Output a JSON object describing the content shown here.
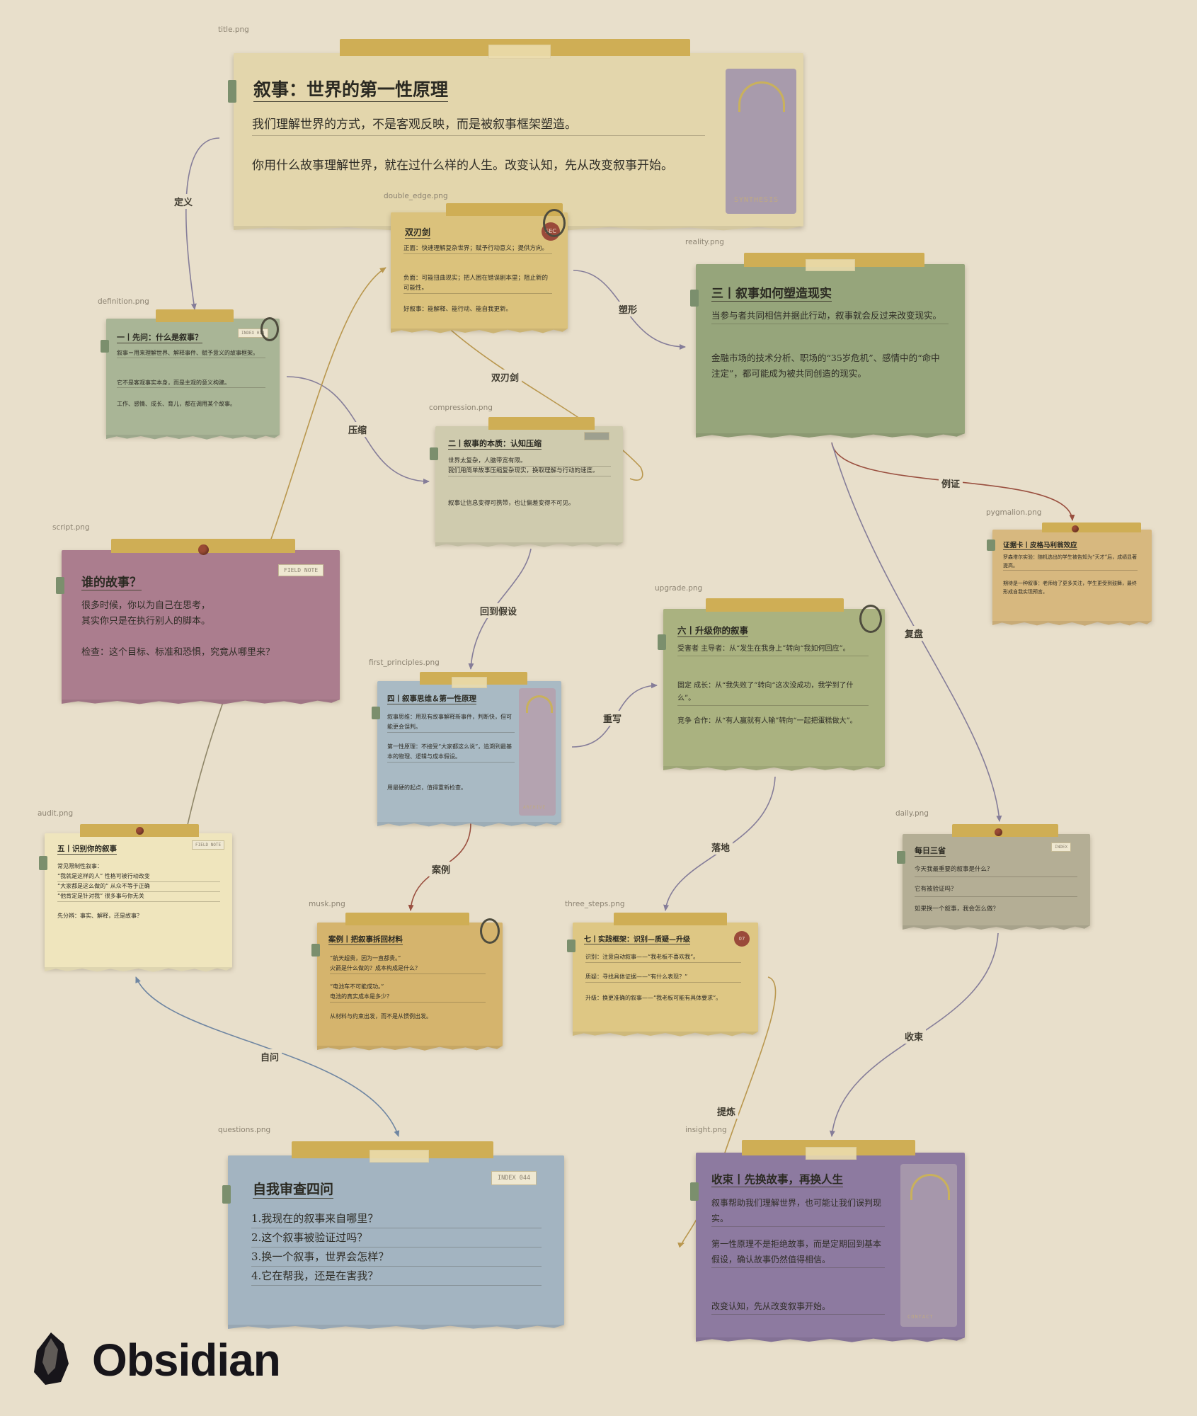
{
  "app": {
    "name": "Obsidian"
  },
  "colors": {
    "canvas_bg": "#e8dfcb",
    "edge_grey": "#857d99",
    "edge_gold": "#b9974e",
    "edge_red": "#9a5040"
  },
  "cards": {
    "title": {
      "file": "title.png",
      "heading": "叙事：世界的第一性原理",
      "p1": "我们理解世界的方式，不是客观反映，而是被叙事框架塑造。",
      "p2": "你用什么故事理解世界，就在过什么样的人生。改变认知，先从改变叙事开始。",
      "photo_label": "SYNTHESIS"
    },
    "double_edge": {
      "file": "double_edge.png",
      "heading": "双刃剑",
      "p1": "正面：快速理解复杂世界；赋予行动意义；提供方向。",
      "p2": "负面：可能扭曲现实；把人困在错误剧本里；阻止新的可能性。",
      "p3": "好叙事：能解释、能行动、能自我更新。",
      "stamp": "SEC"
    },
    "reality": {
      "file": "reality.png",
      "heading": "三丨叙事如何塑造现实",
      "p1": "当参与者共同相信并据此行动，叙事就会反过来改变现实。",
      "p2": "金融市场的技术分析、职场的“35岁危机”、感情中的“命中注定”，都可能成为被共同创造的现实。"
    },
    "definition": {
      "file": "definition.png",
      "heading": "一丨先问：什么是叙事？",
      "p1": "叙事＝用来理解世界、解释事件、赋予意义的故事框架。",
      "p2": "它不是客观事实本身，而是主观的意义构建。",
      "p3": "工作、感情、成长、育儿，都在调用某个故事。",
      "label": "INDEX 014"
    },
    "compression": {
      "file": "compression.png",
      "heading": "二丨叙事的本质：认知压缩",
      "p1": "世界太复杂，人脑带宽有限。",
      "p2": "我们用简单故事压缩复杂现实，换取理解与行动的速度。",
      "p3": "叙事让信息变得可携带，也让偏差变得不可见。"
    },
    "pygmalion": {
      "file": "pygmalion.png",
      "heading": "证据卡丨皮格马利翁效应",
      "p1": "罗森塔尔实验：随机选出的学生被告知为“天才”后，成绩显著提高。",
      "p2": "期待是一种叙事：老师给了更多关注，学生更受到鼓舞，最终形成自我实现预言。"
    },
    "script": {
      "file": "script.png",
      "heading": "谁的故事？",
      "p1": "很多时候，你以为自己在思考，",
      "p2": "其实你只是在执行别人的脚本。",
      "p3": "检查：这个目标、标准和恐惧，究竟从哪里来？",
      "label": "FIELD NOTE"
    },
    "upgrade": {
      "file": "upgrade.png",
      "heading": "六丨升级你的叙事",
      "p1": "受害者 主导者：从“发生在我身上”转向“我如何回应”。",
      "p2": "固定 成长：从“我失败了”转向“这次没成功，我学到了什么”。",
      "p3": "竞争 合作：从“有人赢就有人输”转向“一起把蛋糕做大”。"
    },
    "first_principles": {
      "file": "first_principles.png",
      "heading": "四丨叙事思维＆第一性原理",
      "p1": "叙事思维：用现有故事解释新事件，判断快，但可能更会误判。",
      "p2": "第一性原理：不接受“大家都这么说”，追溯到最基本的物理、逻辑与成本假设。",
      "p3": "用最硬的起点，值得重新检查。",
      "photo_label": "ARCHIVE"
    },
    "audit": {
      "file": "audit.png",
      "heading": "五丨识别你的叙事",
      "p0": "常见限制性叙事：",
      "items": [
        "“我就是这样的人” 性格可被行动改变",
        "“大家都是这么做的” 从众不等于正确",
        "“他肯定是针对我” 很多事与你无关"
      ],
      "p4": "先分辨：事实、解释，还是故事？",
      "label": "FIELD NOTE"
    },
    "daily": {
      "file": "daily.png",
      "heading": "每日三省",
      "items": [
        "今天我最重要的叙事是什么？",
        "它有被验证吗？",
        "如果换一个叙事，我会怎么做？"
      ],
      "label": "INDEX"
    },
    "musk": {
      "file": "musk.png",
      "heading": "案例丨把叙事拆回材料",
      "p1": "“航天超贵，因为一直都贵。”",
      "p2": "火箭是什么做的？成本构成是什么？",
      "p3": "“电池车不可能成功。”",
      "p4": "电池的真实成本是多少？",
      "p5": "从材料与约束出发，而不是从惯例出发。"
    },
    "three_steps": {
      "file": "three_steps.png",
      "heading": "七丨实践框架：识别—质疑—升级",
      "p1": "识别：注意自动叙事——“我老板不喜欢我”。",
      "p2": "质疑：寻找具体证据——“有什么表现？”",
      "p3": "升级：换更准确的叙事——“我老板可能有具体要求”。",
      "stamp": "07"
    },
    "questions": {
      "file": "questions.png",
      "heading": "自我审查四问",
      "items": [
        "1.我现在的叙事来自哪里？",
        "2.这个叙事被验证过吗？",
        "3.换一个叙事，世界会怎样？",
        "4.它在帮我，还是在害我？"
      ],
      "label": "INDEX 044"
    },
    "insight": {
      "file": "insight.png",
      "heading": "收束丨先换故事，再换人生",
      "p1": "叙事帮助我们理解世界，也可能让我们误判现实。",
      "p2": "第一性原理不是拒绝故事，而是定期回到基本假设，确认故事仍然值得相信。",
      "p3": "改变认知，先从改变叙事开始。",
      "photo_label": "CONTACT"
    }
  },
  "edges": {
    "e_define": "定义",
    "e_compress": "压缩",
    "e_double": "双刃剑",
    "e_shape": "塑形",
    "e_example": "例证",
    "e_review": "复盘",
    "e_back": "回到假设",
    "e_rewrite": "重写",
    "e_case": "案例",
    "e_land": "落地",
    "e_self": "自问",
    "e_refine": "提炼",
    "e_close": "收束"
  }
}
